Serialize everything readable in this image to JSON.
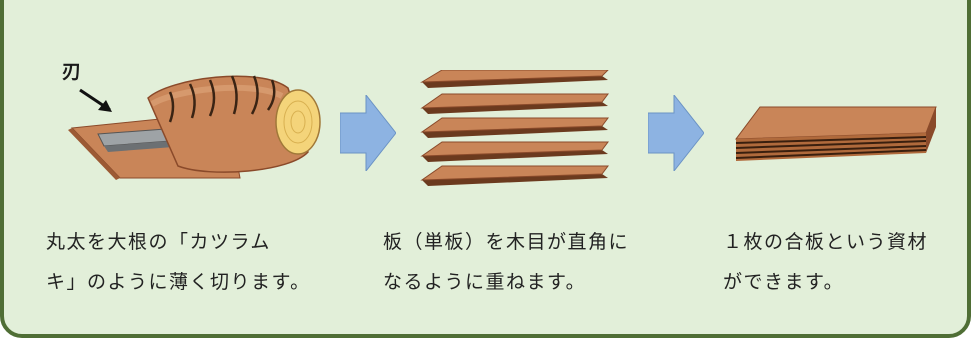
{
  "diagram": {
    "blade_label": "刃",
    "steps": [
      {
        "line1": "丸太を大根の「カツラム",
        "line2": "キ」のように薄く切ります。"
      },
      {
        "line1": "板（単板）を木目が直角に",
        "line2": "なるように重ねます。"
      },
      {
        "line1": "１枚の合板という資材",
        "line2": "ができます。"
      }
    ],
    "colors": {
      "panel_bg": "#e2efd9",
      "panel_border": "#4f6e35",
      "arrow": "#8db3e2",
      "wood": "#c98558",
      "wood_dark": "#8a4a2a",
      "log_end": "#f4d47a"
    }
  }
}
